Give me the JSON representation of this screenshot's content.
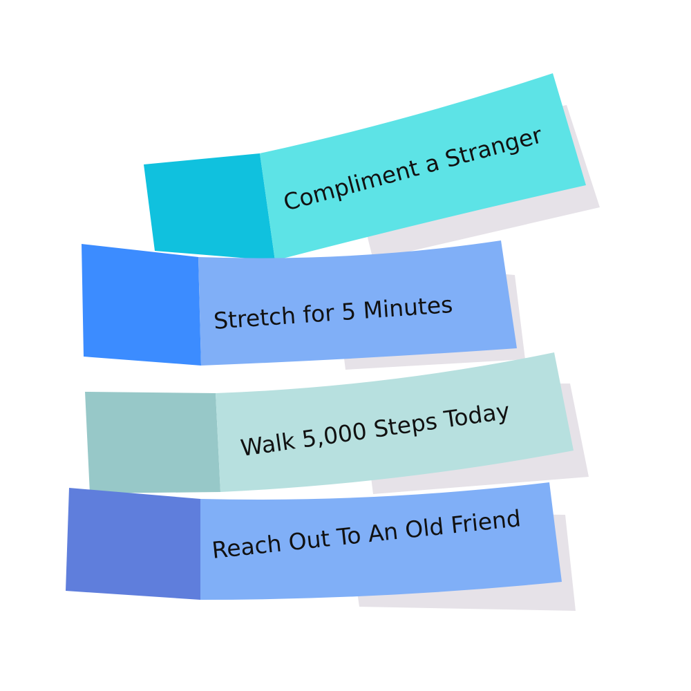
{
  "notes": [
    {
      "label": "Compliment a Stranger",
      "tab_color": "#10c1de",
      "body_color": "#5de3e6",
      "shadow_color": "#e6e2e8"
    },
    {
      "label": "Stretch for 5 Minutes",
      "tab_color": "#3c8cff",
      "body_color": "#80aff7",
      "shadow_color": "#e6e2e8"
    },
    {
      "label": "Walk 5,000 Steps Today",
      "tab_color": "#97c8c8",
      "body_color": "#b7e0df",
      "shadow_color": "#e6e2e8"
    },
    {
      "label": "Reach Out To An Old Friend",
      "tab_color": "#5f7edc",
      "body_color": "#80aff7",
      "shadow_color": "#e6e2e8"
    }
  ]
}
